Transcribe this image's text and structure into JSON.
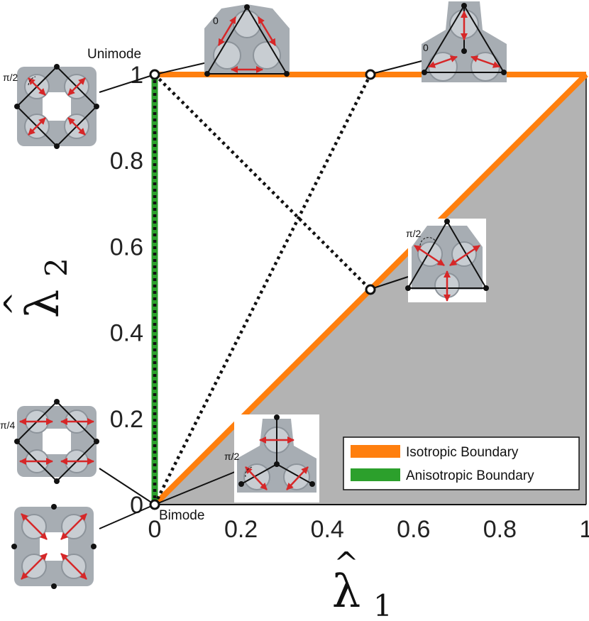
{
  "chart_data": {
    "type": "area",
    "xlabel": "λ̂1",
    "ylabel": "λ̂2",
    "x_symbol": "λ",
    "x_subscript": "1",
    "y_symbol": "λ",
    "y_subscript": "2",
    "hat": "^",
    "xlim": [
      0,
      1
    ],
    "ylim": [
      0,
      1
    ],
    "x_ticks": [
      0,
      0.2,
      0.4,
      0.6,
      0.8,
      1
    ],
    "x_tick_labels": [
      "0",
      "0.2",
      "0.4",
      "0.6",
      "0.8",
      "1"
    ],
    "y_ticks": [
      0,
      0.2,
      0.4,
      0.6,
      0.8,
      1
    ],
    "y_tick_labels": [
      "0",
      "0.2",
      "0.4",
      "0.6",
      "0.8",
      "1"
    ],
    "grid": false,
    "legend_position": "bottom-right",
    "shaded_region": {
      "vertices": [
        [
          0,
          0
        ],
        [
          1,
          0
        ],
        [
          1,
          1
        ]
      ],
      "color": "#b3b3b3"
    },
    "series": [
      {
        "name": "Isotropic Boundary",
        "color": "#ff7f0e",
        "segments": [
          [
            [
              0,
              0
            ],
            [
              1,
              1
            ]
          ],
          [
            [
              0,
              1
            ],
            [
              1,
              1
            ]
          ]
        ]
      },
      {
        "name": "Anisotropic Boundary",
        "color": "#2ca02c",
        "segments": [
          [
            [
              0,
              0
            ],
            [
              0,
              1
            ]
          ]
        ]
      }
    ],
    "dotted_lines": [
      {
        "from": [
          0,
          1
        ],
        "to": [
          0.5,
          0.5
        ]
      },
      {
        "from": [
          0,
          0
        ],
        "to": [
          0.5,
          1
        ]
      },
      {
        "from": [
          0,
          0
        ],
        "to": [
          0,
          1
        ]
      }
    ],
    "marked_points": [
      {
        "x": 0,
        "y": 1,
        "label": "Unimode"
      },
      {
        "x": 0,
        "y": 0,
        "label": "Bimode"
      },
      {
        "x": 0.5,
        "y": 1,
        "label": ""
      },
      {
        "x": 0.5,
        "y": 0.5,
        "label": ""
      }
    ],
    "angle_labels": [
      "0",
      "0",
      "π/2",
      "π/2",
      "π/4",
      "π/2"
    ]
  },
  "colors": {
    "isotropic": "#ff7f0e",
    "anisotropic": "#2ca02c",
    "shade": "#b3b3b3",
    "cell": "#a7adb3",
    "cell_dark": "#8d949b",
    "arrow": "#d62728"
  }
}
